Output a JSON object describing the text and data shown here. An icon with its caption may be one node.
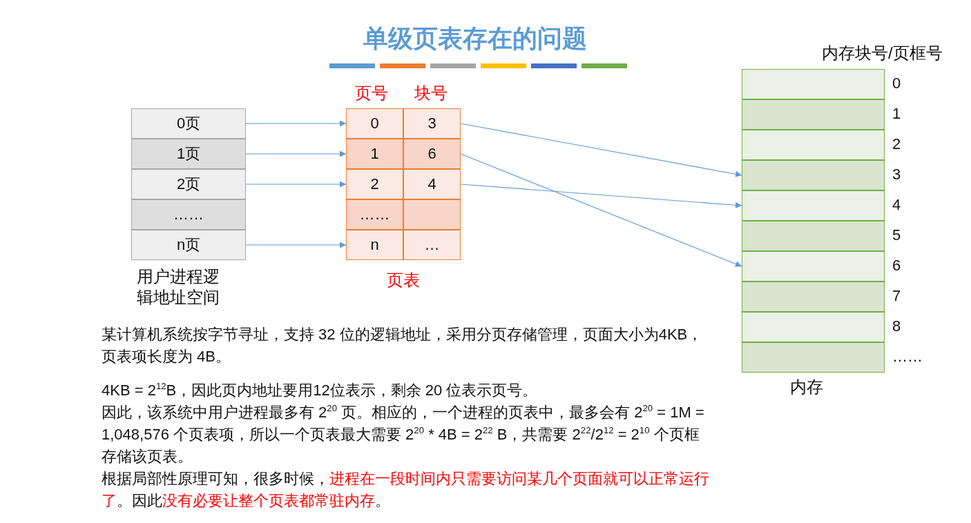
{
  "diagram": {
    "title": "单级页表存在的问题",
    "nodes": [
      {
        "text": [
          "用户进程逻辑地址空间"
        ]
      },
      {
        "text": [
          "0页"
        ],
        "in": 0
      },
      {
        "text": [
          "1页"
        ],
        "in": 0
      },
      {
        "text": [
          "2页"
        ],
        "in": 0
      },
      {
        "text": [
          "……"
        ],
        "in": 0
      },
      {
        "text": [
          "n页"
        ],
        "in": 0
      },
      {
        "text": [
          "页表"
        ]
      },
      {
        "text": [
          "0"
        ],
        "in": 6
      },
      {
        "text": [
          "3"
        ],
        "in": 6
      },
      {
        "text": [
          "1"
        ],
        "in": 6
      },
      {
        "text": [
          "6"
        ],
        "in": 6
      },
      {
        "text": [
          "2"
        ],
        "in": 6
      },
      {
        "text": [
          "4"
        ],
        "in": 6
      },
      {
        "text": [
          "……"
        ],
        "in": 6
      },
      {
        "text": [],
        "shape": "box",
        "in": 6
      },
      {
        "text": [
          "n"
        ],
        "in": 6
      },
      {
        "text": [
          "…"
        ],
        "in": 6
      },
      {
        "text": [
          "内存"
        ]
      },
      {
        "text": [],
        "shape": "box",
        "in": 17
      },
      {
        "text": [],
        "shape": "box",
        "in": 17
      },
      {
        "text": [],
        "shape": "box",
        "in": 17
      },
      {
        "text": [],
        "shape": "box",
        "in": 17
      },
      {
        "text": [],
        "shape": "box",
        "in": 17
      },
      {
        "text": [],
        "shape": "box",
        "in": 17
      },
      {
        "text": [],
        "shape": "box",
        "in": 17
      },
      {
        "text": [],
        "shape": "box",
        "in": 17
      },
      {
        "text": [],
        "shape": "box",
        "in": 17
      },
      {
        "text": [],
        "shape": "box",
        "in": 17
      }
    ],
    "edges": [
      {
        "from": 1,
        "to": 7,
        "arrow": "to"
      },
      {
        "from": 2,
        "to": 9,
        "arrow": "to"
      },
      {
        "from": 3,
        "to": 11,
        "arrow": "to"
      },
      {
        "from": 5,
        "to": 15,
        "arrow": "to"
      },
      {
        "from": 8,
        "to": 21,
        "arrow": "to"
      },
      {
        "from": 10,
        "to": 24,
        "arrow": "to"
      },
      {
        "from": 12,
        "to": 22,
        "arrow": "to"
      }
    ],
    "labels": [
      "页号",
      "块号",
      "内存块号/页框号",
      "0",
      "1",
      "2",
      "3",
      "4",
      "5",
      "6",
      "7",
      "8",
      "……",
      "某计算机系统按字节寻址，支持 32 位的逻辑地址，采用分页存储管理，页面大小为4KB，页表项长度为 4B。",
      "4KB = 2$^{12}$B，因此页内地址要用12位表示，剩余 20 位表示页号。",
      "因此，该系统中用户进程最多有 2$^{20}$ 页。相应的，一个进程的页表中，最多会有 2$^{20}$ = 1M = 1,048,576 个页表项，所以一个页表最大需要  2$^{20}$ * 4B = 2$^{22}$ B，共需要 2$^{22}$/2$^{12}$ = 2$^{10}$ 个页框存储该页表。",
      "根据局部性原理可知，很多时候，**进程在一段时间内只需要访问某几个页面就可以正常运行了**。因此**没有必要让整个页表都常驻内存**。"
    ]
  }
}
